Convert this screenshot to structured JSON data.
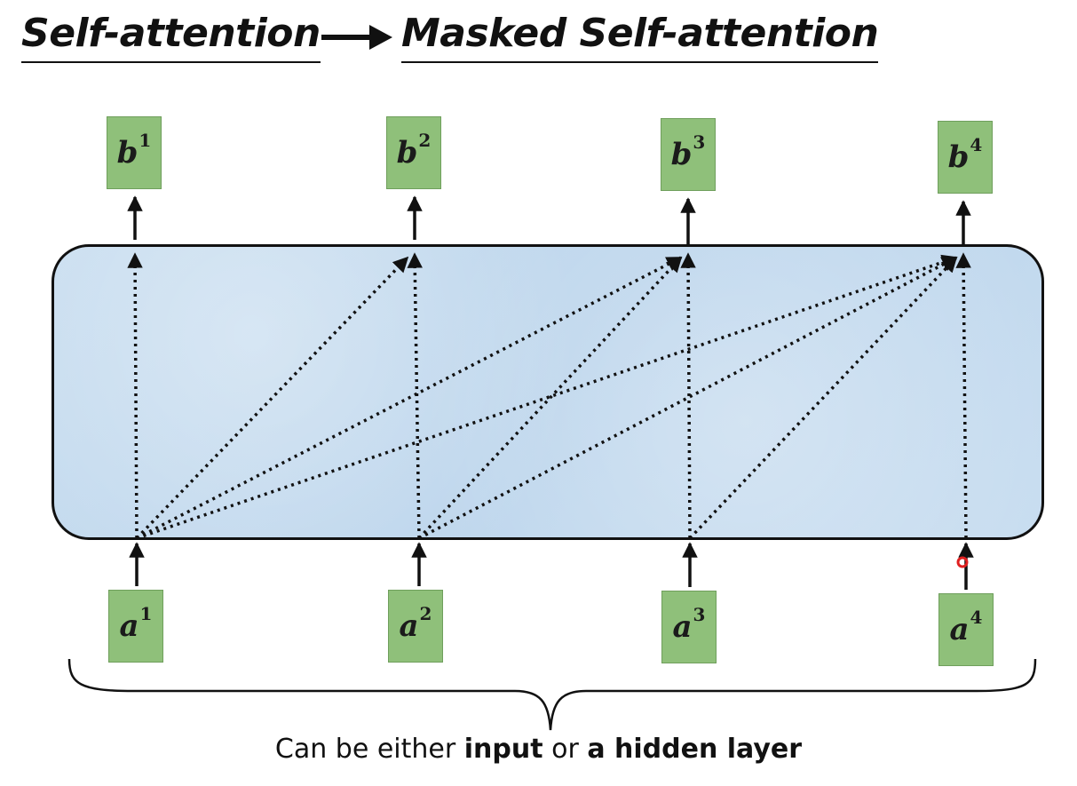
{
  "title": {
    "left": "Self-attention",
    "right": "Masked Self-attention"
  },
  "outputs": [
    {
      "base": "b",
      "sup": "1"
    },
    {
      "base": "b",
      "sup": "2"
    },
    {
      "base": "b",
      "sup": "3"
    },
    {
      "base": "b",
      "sup": "4"
    }
  ],
  "inputs": [
    {
      "base": "a",
      "sup": "1"
    },
    {
      "base": "a",
      "sup": "2"
    },
    {
      "base": "a",
      "sup": "3"
    },
    {
      "base": "a",
      "sup": "4"
    }
  ],
  "connections": [
    [
      1,
      1
    ],
    [
      1,
      2
    ],
    [
      1,
      3
    ],
    [
      1,
      4
    ],
    [
      2,
      2
    ],
    [
      2,
      3
    ],
    [
      2,
      4
    ],
    [
      3,
      3
    ],
    [
      3,
      4
    ],
    [
      4,
      4
    ]
  ],
  "caption": {
    "prefix": "Can be either ",
    "bold1": "input",
    "middle": " or ",
    "bold2": "a hidden layer"
  },
  "colors": {
    "box_fill": "#8fc07a",
    "panel_fill": "#c6dcef",
    "cursor": "#e02020"
  }
}
